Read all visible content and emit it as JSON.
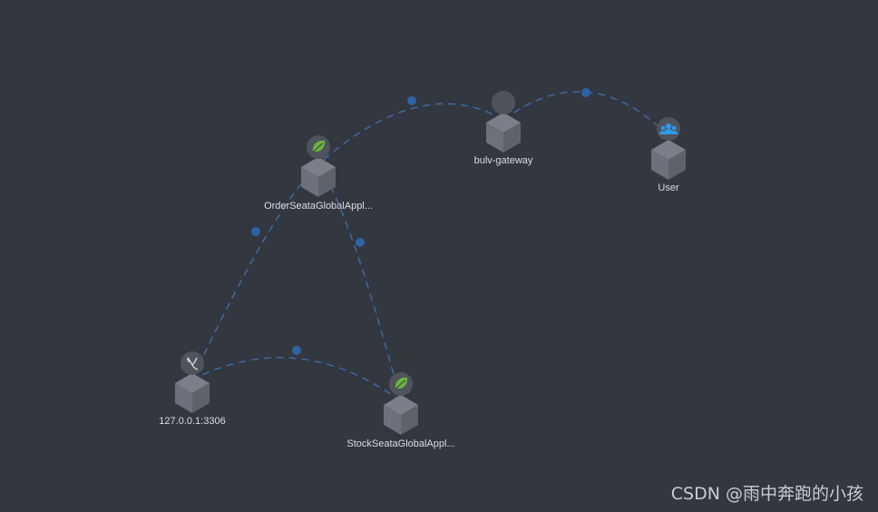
{
  "diagram": {
    "nodes": [
      {
        "id": "order",
        "label": "OrderSeataGlobalAppl...",
        "icon": "spring-leaf-icon"
      },
      {
        "id": "gateway",
        "label": "bulv-gateway",
        "icon": "blank-circle-icon"
      },
      {
        "id": "user",
        "label": "User",
        "icon": "users-icon"
      },
      {
        "id": "mysql",
        "label": "127.0.0.1:3306",
        "icon": "mysql-icon"
      },
      {
        "id": "stock",
        "label": "StockSeataGlobalAppl...",
        "icon": "spring-leaf-icon"
      }
    ],
    "edges": [
      {
        "from": "user",
        "to": "gateway"
      },
      {
        "from": "gateway",
        "to": "order"
      },
      {
        "from": "order",
        "to": "mysql"
      },
      {
        "from": "order",
        "to": "stock"
      },
      {
        "from": "stock",
        "to": "mysql"
      }
    ]
  },
  "colors": {
    "background": "#333740",
    "edge": "#3d6ea8",
    "spring_leaf": "#6db33f",
    "users_icon": "#2b9bea"
  },
  "watermark": "CSDN @雨中奔跑的小孩"
}
